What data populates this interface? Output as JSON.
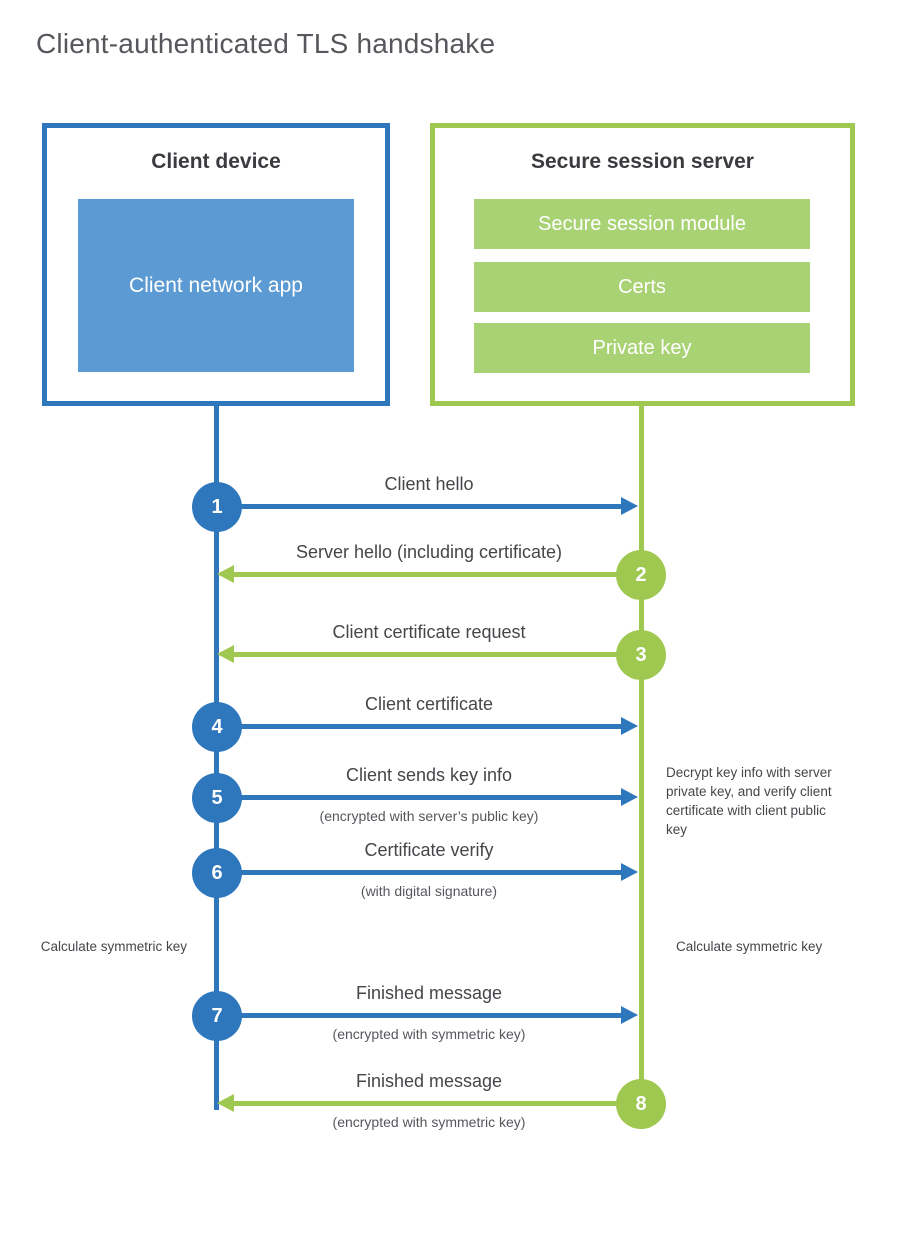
{
  "title": "Client-authenticated TLS handshake",
  "client_box": {
    "title": "Client device",
    "app": "Client network app"
  },
  "server_box": {
    "title": "Secure session server",
    "modules": [
      "Secure session module",
      "Certs",
      "Private key"
    ]
  },
  "messages": [
    {
      "step": "1",
      "label": "Client hello",
      "direction": "client-to-server"
    },
    {
      "step": "2",
      "label": "Server hello (including certificate)",
      "direction": "server-to-client"
    },
    {
      "step": "3",
      "label": "Client certificate request",
      "direction": "server-to-client"
    },
    {
      "step": "4",
      "label": "Client certificate",
      "direction": "client-to-server"
    },
    {
      "step": "5",
      "label": "Client sends key info",
      "sub": "(encrypted with server’s public key)",
      "direction": "client-to-server"
    },
    {
      "step": "6",
      "label": "Certificate verify",
      "sub": "(with digital signature)",
      "direction": "client-to-server"
    },
    {
      "step": "7",
      "label": "Finished message",
      "sub": "(encrypted with symmetric key)",
      "direction": "client-to-server"
    },
    {
      "step": "8",
      "label": "Finished message",
      "sub": "(encrypted with symmetric key)",
      "direction": "server-to-client"
    }
  ],
  "annotations": {
    "decrypt_note": "Decrypt key info with server private key, and verify client certificate with client public key",
    "client_calculate": "Calculate symmetric key",
    "server_calculate": "Calculate symmetric key"
  },
  "colors": {
    "blue": "#2e77bc",
    "blue_light": "#5b9ad2",
    "green": "#9fc850",
    "green_light": "#a9d274"
  }
}
